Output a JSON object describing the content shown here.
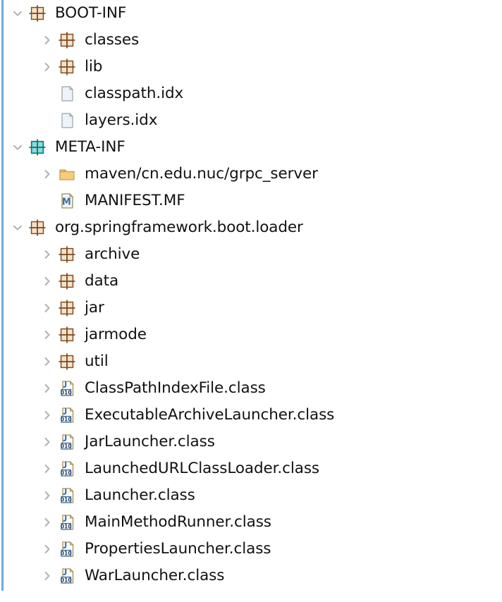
{
  "view": {
    "name": "jar-archive-tree",
    "background_color": "#ffffff",
    "accent_rail_color": "#6aabdd",
    "text_color": "#111111",
    "chevron_color": "#b4b4b4",
    "package_icon_color": "#d9a273",
    "meta_inf_icon_color": "#3cbcbc",
    "folder_icon_color": "#f5c97a",
    "class_icon_accent": "#3a6ea5"
  },
  "tree": {
    "items": [
      {
        "label": "BOOT-INF",
        "depth": 0,
        "icon": "package-icon",
        "twisty": "chevron-down-icon"
      },
      {
        "label": "classes",
        "depth": 1,
        "icon": "package-icon",
        "twisty": "chevron-right-icon"
      },
      {
        "label": "lib",
        "depth": 1,
        "icon": "package-icon",
        "twisty": "chevron-right-icon"
      },
      {
        "label": "classpath.idx",
        "depth": 1,
        "icon": "file-icon",
        "twisty": "none"
      },
      {
        "label": "layers.idx",
        "depth": 1,
        "icon": "file-icon",
        "twisty": "none"
      },
      {
        "label": "META-INF",
        "depth": 0,
        "icon": "meta-package-icon",
        "twisty": "chevron-down-icon"
      },
      {
        "label": "maven/cn.edu.nuc/grpc_server",
        "depth": 1,
        "icon": "folder-icon",
        "twisty": "chevron-right-icon"
      },
      {
        "label": "MANIFEST.MF",
        "depth": 1,
        "icon": "manifest-icon",
        "twisty": "none"
      },
      {
        "label": "org.springframework.boot.loader",
        "depth": 0,
        "icon": "package-icon",
        "twisty": "chevron-down-icon"
      },
      {
        "label": "archive",
        "depth": 1,
        "icon": "package-icon",
        "twisty": "chevron-right-icon"
      },
      {
        "label": "data",
        "depth": 1,
        "icon": "package-icon",
        "twisty": "chevron-right-icon"
      },
      {
        "label": "jar",
        "depth": 1,
        "icon": "package-icon",
        "twisty": "chevron-right-icon"
      },
      {
        "label": "jarmode",
        "depth": 1,
        "icon": "package-icon",
        "twisty": "chevron-right-icon"
      },
      {
        "label": "util",
        "depth": 1,
        "icon": "package-icon",
        "twisty": "chevron-right-icon"
      },
      {
        "label": "ClassPathIndexFile.class",
        "depth": 1,
        "icon": "class-file-icon",
        "twisty": "chevron-right-icon"
      },
      {
        "label": "ExecutableArchiveLauncher.class",
        "depth": 1,
        "icon": "class-file-icon",
        "twisty": "chevron-right-icon"
      },
      {
        "label": "JarLauncher.class",
        "depth": 1,
        "icon": "class-file-icon",
        "twisty": "chevron-right-icon"
      },
      {
        "label": "LaunchedURLClassLoader.class",
        "depth": 1,
        "icon": "class-file-icon",
        "twisty": "chevron-right-icon"
      },
      {
        "label": "Launcher.class",
        "depth": 1,
        "icon": "class-file-icon",
        "twisty": "chevron-right-icon"
      },
      {
        "label": "MainMethodRunner.class",
        "depth": 1,
        "icon": "class-file-icon",
        "twisty": "chevron-right-icon"
      },
      {
        "label": "PropertiesLauncher.class",
        "depth": 1,
        "icon": "class-file-icon",
        "twisty": "chevron-right-icon"
      },
      {
        "label": "WarLauncher.class",
        "depth": 1,
        "icon": "class-file-icon",
        "twisty": "chevron-right-icon"
      }
    ]
  },
  "icon_glyphs": {
    "class_file_badge_text": "010",
    "manifest_letter": "M"
  }
}
